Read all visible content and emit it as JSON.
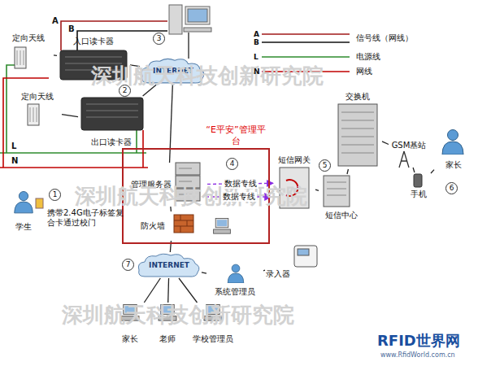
{
  "diagram": {
    "nodes": [
      {
        "text": [
          "定向天线"
        ]
      },
      {
        "text": [
          "入口读卡器"
        ]
      },
      {
        "text": [
          "定向天线"
        ]
      },
      {
        "text": [
          "出口读卡器"
        ]
      },
      {
        "text": [
          "INTERNET"
        ]
      },
      {
        "text": [
          "“E平安”管理平台"
        ]
      },
      {
        "text": [
          "管理服务器"
        ],
        "in": 5
      },
      {
        "text": [
          "防火墙"
        ],
        "in": 5
      },
      {
        "text": [
          "短信网关"
        ]
      },
      {
        "text": [
          "短信中心"
        ]
      },
      {
        "text": [
          "交换机"
        ]
      },
      {
        "text": [
          "GSM基站"
        ]
      },
      {
        "text": [
          "手机"
        ]
      },
      {
        "text": [
          "家长"
        ]
      },
      {
        "text": [
          "学生"
        ]
      },
      {
        "text": [
          "INTERNET"
        ]
      },
      {
        "text": [
          "录入器"
        ]
      },
      {
        "text": [
          "系统管理员"
        ]
      },
      {
        "text": [
          "家长"
        ]
      },
      {
        "text": [
          "老师"
        ]
      },
      {
        "text": [
          "学校管理员"
        ]
      }
    ],
    "edges": [
      {
        "from": 0,
        "to": 1,
        "arrow": "none"
      },
      {
        "from": 2,
        "to": 3,
        "arrow": "none"
      },
      {
        "from": 1,
        "to": 4,
        "arrow": "none"
      },
      {
        "from": 3,
        "to": 4,
        "arrow": "none"
      },
      {
        "from": 4,
        "to": 6,
        "arrow": "none"
      },
      {
        "from": 6,
        "to": 8,
        "label": "数据专线",
        "arrow": "to"
      },
      {
        "from": 8,
        "to": 9,
        "arrow": "none"
      },
      {
        "from": 9,
        "to": 10,
        "arrow": "none"
      },
      {
        "from": 10,
        "to": 11,
        "arrow": "none"
      },
      {
        "from": 11,
        "to": 12,
        "arrow": "none"
      },
      {
        "from": 12,
        "to": 13,
        "arrow": "none"
      },
      {
        "from": 6,
        "to": 7,
        "arrow": "none"
      },
      {
        "from": 7,
        "to": 15,
        "arrow": "none"
      },
      {
        "from": 15,
        "to": 17,
        "arrow": "none"
      },
      {
        "from": 15,
        "to": 18,
        "arrow": "none"
      },
      {
        "from": 15,
        "to": 19,
        "arrow": "none"
      },
      {
        "from": 15,
        "to": 20,
        "arrow": "none"
      },
      {
        "from": 16,
        "to": 17,
        "arrow": "none"
      }
    ],
    "labels": [
      "A",
      "B",
      "L",
      "N",
      "A",
      "B",
      "L",
      "N",
      "1",
      "2",
      "3",
      "4",
      "5",
      "6",
      "7",
      "携带2.4G电子标签复合卡通过校门",
      "数据专线",
      "深圳航天科技创新研究院",
      "深圳航天科技创新研究院",
      "深圳航天科技创新研究院",
      "RFID世界网",
      "www.RfidWorld.com.cn"
    ],
    "legend": [
      {
        "text": "信号线（网线）"
      },
      {
        "text": "电源线"
      },
      {
        "text": "网线"
      }
    ]
  }
}
